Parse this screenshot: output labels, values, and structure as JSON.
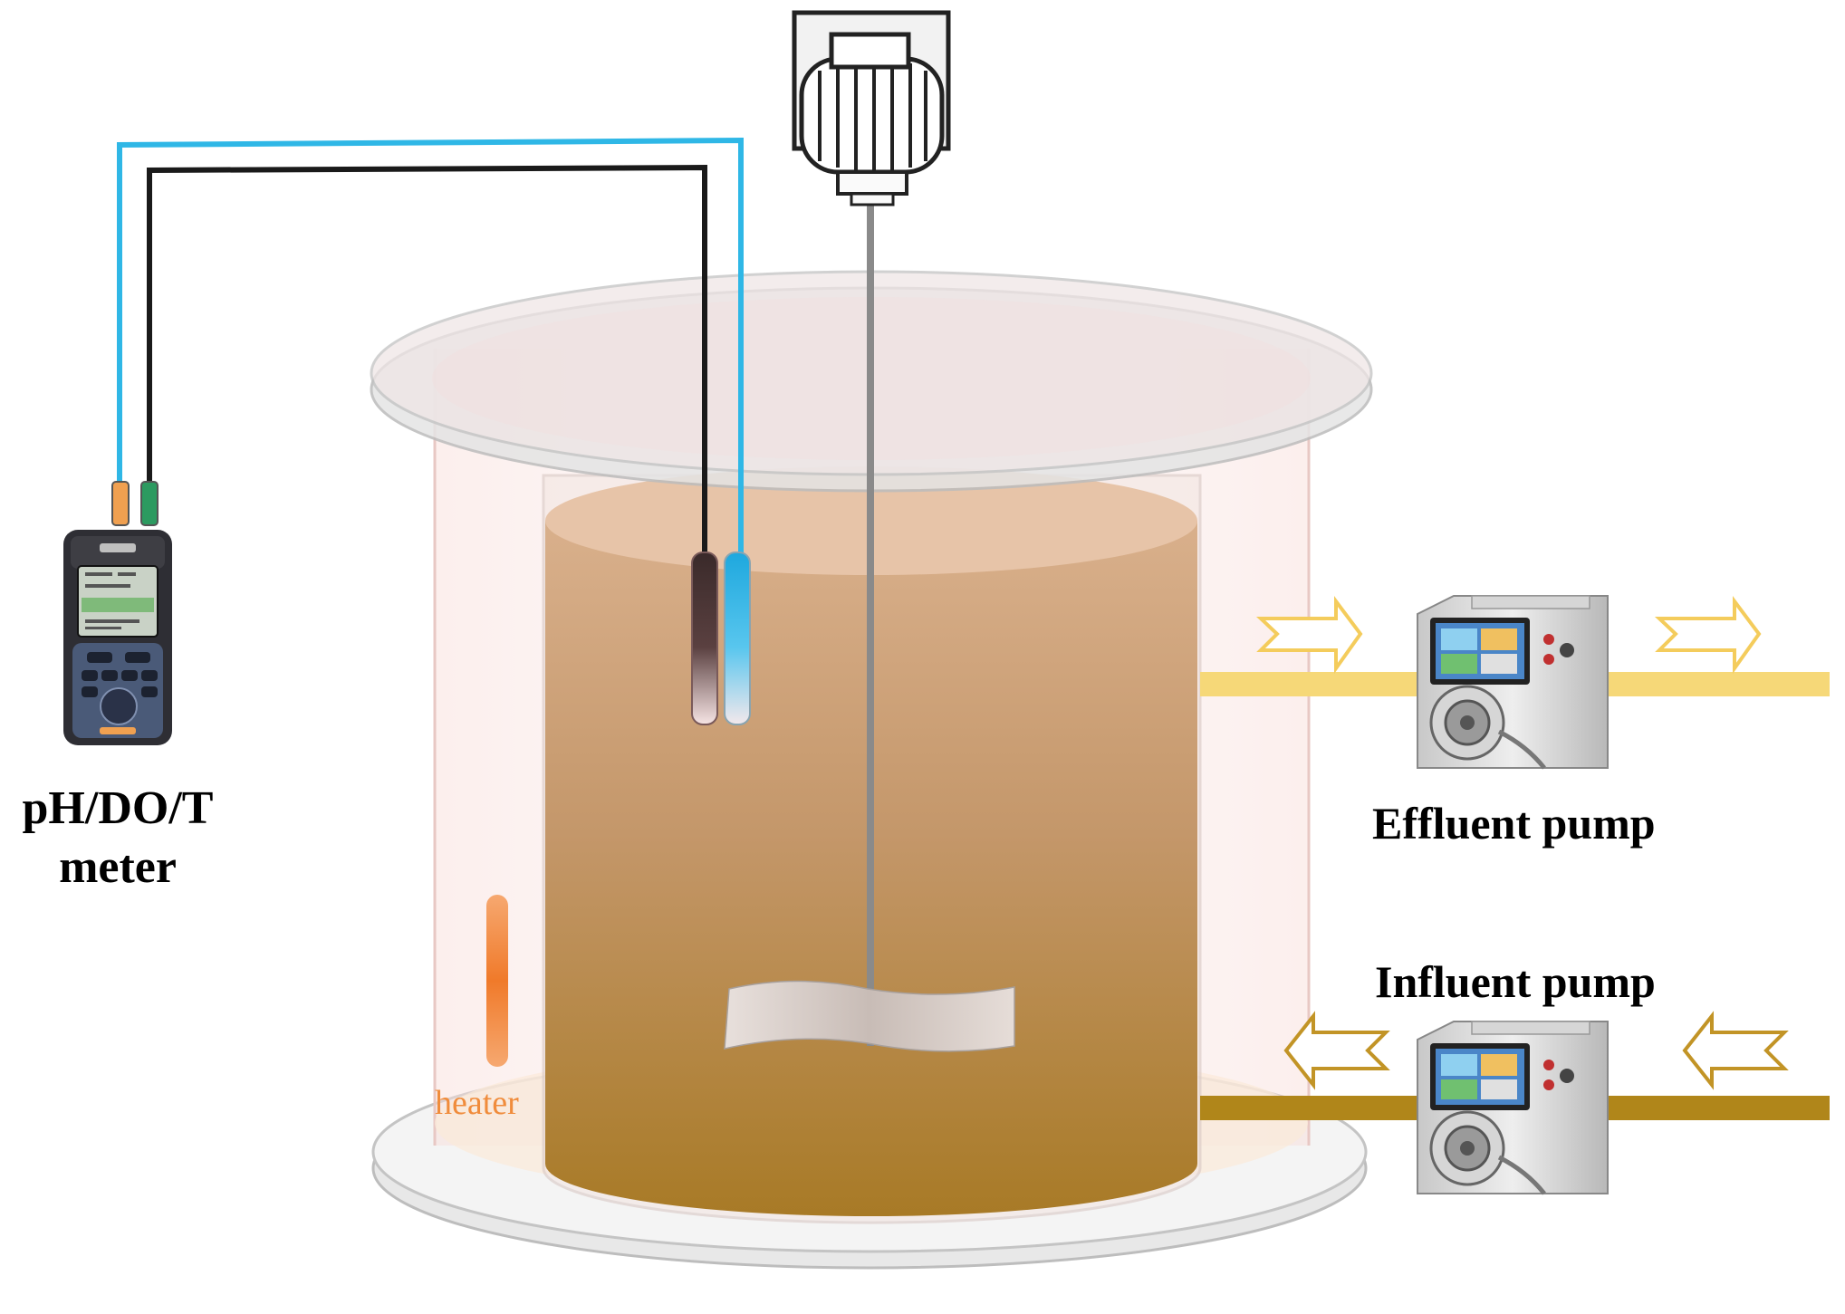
{
  "labels": {
    "meter_line1": "pH/DO/T",
    "meter_line2": "meter",
    "effluent_pump": "Effluent pump",
    "influent_pump": "Influent pump",
    "heater": "heater"
  },
  "colors": {
    "sludge_top": "#d6ac85",
    "sludge_bottom": "#a87a24",
    "effluent_line": "#f6d878",
    "influent_line": "#b0861a",
    "blue_cable": "#2fb7e6",
    "black_cable": "#1a1a1a",
    "heater": "#f08030",
    "vessel_glass": "#f9e4e0"
  },
  "icons": [
    "stirrer-motor-icon",
    "handheld-meter-icon",
    "peristaltic-pump-icon",
    "flow-arrow-icon"
  ]
}
